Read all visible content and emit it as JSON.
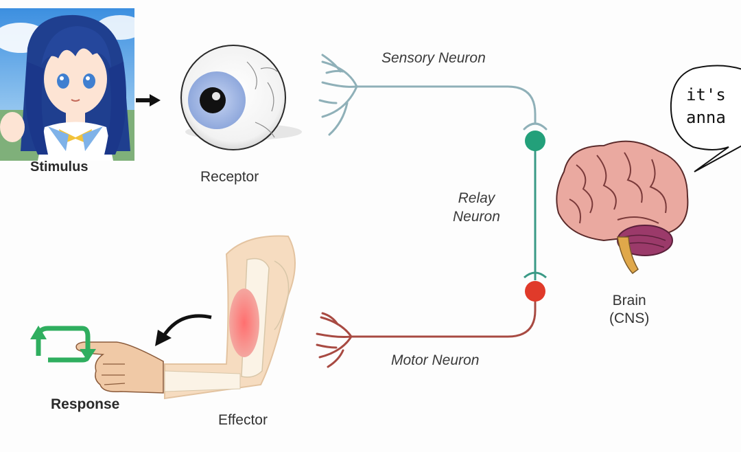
{
  "labels": {
    "stimulus": "Stimulus",
    "receptor": "Receptor",
    "sensory_neuron": "Sensory Neuron",
    "relay_neuron_line1": "Relay",
    "relay_neuron_line2": "Neuron",
    "brain_line1": "Brain",
    "brain_line2": "(CNS)",
    "motor_neuron": "Motor Neuron",
    "response": "Response",
    "effector": "Effector"
  },
  "speech_bubble": {
    "line1": "it's",
    "line2": "anna"
  },
  "colors": {
    "sensory": "#8fb0b8",
    "relay": "#3a9a86",
    "relay_node_top": "#23a07a",
    "motor": "#a84a42",
    "motor_node": "#e03a2a",
    "arrow": "#111111",
    "response_icon": "#2fae5f",
    "iris": "#9ab2e0",
    "brain_cortex": "#e9a8a0",
    "cerebellum": "#9b3a6a"
  },
  "icons": {
    "stimulus_image": "anime-girl-portrait",
    "receptor": "eye-icon",
    "brain": "brain-icon",
    "effector": "arm-muscle-icon",
    "response": "repeat-icon",
    "hand": "pointing-hand-icon"
  }
}
